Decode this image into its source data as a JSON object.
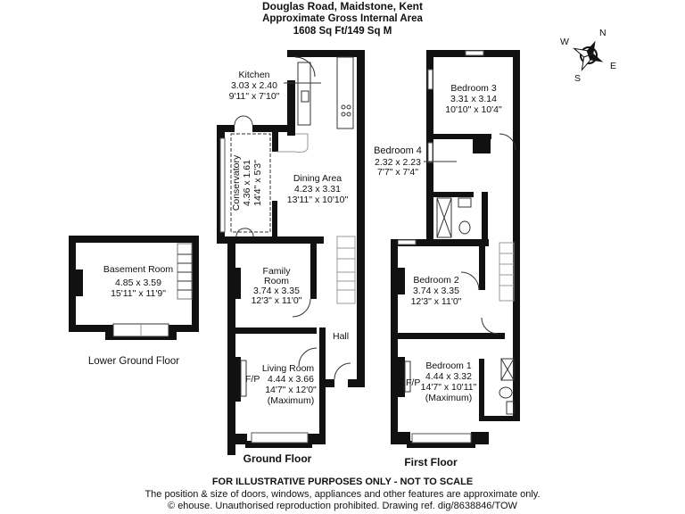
{
  "header": {
    "address": "Douglas Road, Maidstone, Kent",
    "area_title": "Approximate Gross Internal Area",
    "area_value": "1608 Sq Ft/149 Sq M"
  },
  "compass": {
    "n": "N",
    "e": "E",
    "s": "S",
    "w": "W"
  },
  "floors": {
    "lower_ground": {
      "label": "Lower Ground Floor",
      "rooms": [
        {
          "name": "Basement Room",
          "metric": "4.85 x 3.59",
          "imperial": "15'11\" x 11'9\""
        }
      ]
    },
    "ground": {
      "label": "Ground Floor",
      "rooms": [
        {
          "name": "Kitchen",
          "metric": "3.03 x 2.40",
          "imperial": "9'11\" x 7'10\""
        },
        {
          "name": "Conservatory",
          "metric": "4.36 x 1.61",
          "imperial": "14'4\" x 5'3\""
        },
        {
          "name": "Dining Area",
          "metric": "4.23 x 3.31",
          "imperial": "13'11\" x 10'10\""
        },
        {
          "name_line1": "Family",
          "name_line2": "Room",
          "metric": "3.74 x 3.35",
          "imperial": "12'3\" x 11'0\""
        },
        {
          "name": "Living Room",
          "metric": "4.44 x 3.66",
          "imperial": "14'7\" x 12'0\"",
          "note": "(Maximum)",
          "fp": "F/P"
        },
        {
          "name": "Hall"
        }
      ]
    },
    "first": {
      "label": "First Floor",
      "rooms": [
        {
          "name": "Bedroom 3",
          "metric": "3.31 x 3.14",
          "imperial": "10'10\" x 10'4\""
        },
        {
          "name": "Bedroom 4",
          "metric": "2.32 x 2.23",
          "imperial": "7'7\" x 7'4\""
        },
        {
          "name": "Bedroom 2",
          "metric": "3.74 x 3.35",
          "imperial": "12'3\" x 11'0\""
        },
        {
          "name": "Bedroom 1",
          "metric": "4.44 x 3.32",
          "imperial": "14'7\" x 10'11\"",
          "note": "(Maximum)",
          "fp": "F/P"
        }
      ]
    }
  },
  "footer": {
    "disclaimer": "FOR ILLUSTRATIVE PURPOSES ONLY - NOT TO SCALE",
    "note": "The position & size of doors, windows, appliances and other features are approximate only.",
    "copyright": "© ehouse. Unauthorised reproduction prohibited. Drawing ref. dig/8638846/TOW"
  }
}
